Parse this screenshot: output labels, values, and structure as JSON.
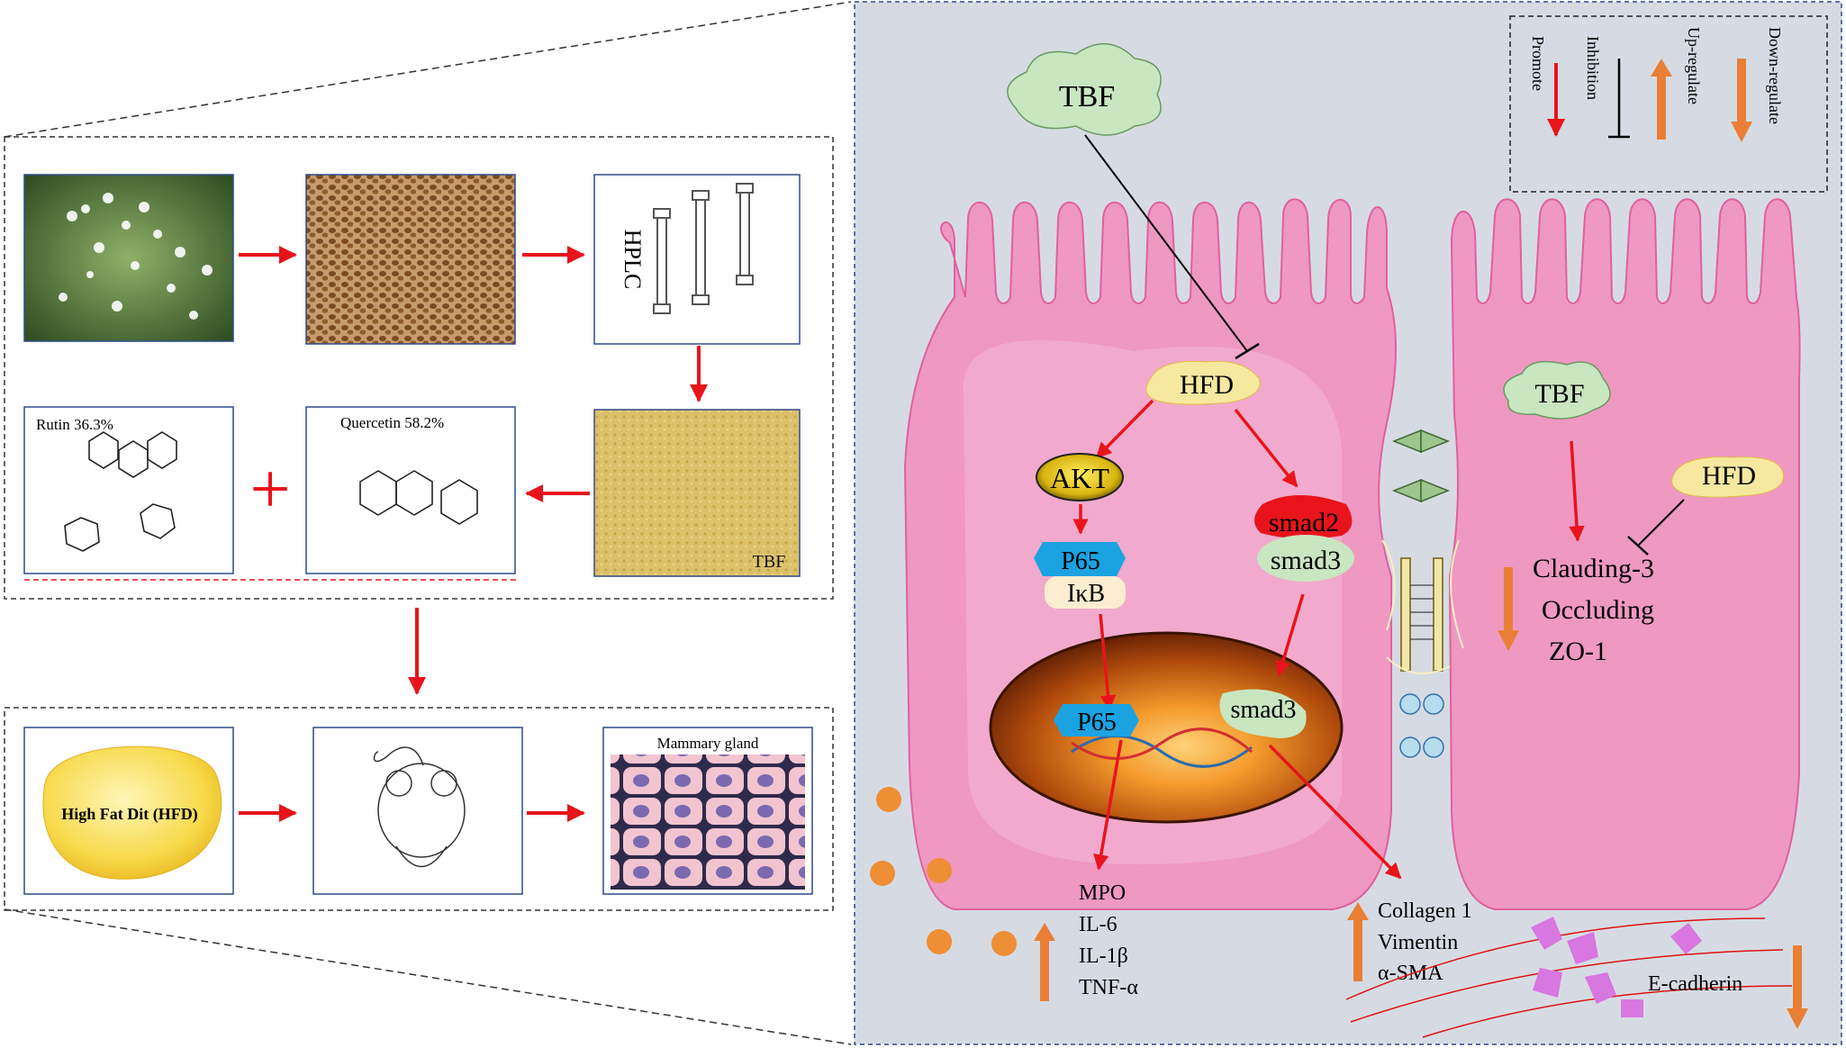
{
  "left_panel": {
    "hplc_label": "HPLC",
    "tbf_powder_label": "TBF",
    "rutin_label": "Rutin 36.3%",
    "quercetin_label": "Quercetin 58.2%",
    "hfd_label": "High Fat Dit (HFD)",
    "mammary_label": "Mammary gland",
    "plus_sign": "+"
  },
  "legend": {
    "items": [
      {
        "label": "Promote",
        "color": "#e8141b"
      },
      {
        "label": "Inhibition",
        "color": "#000000"
      },
      {
        "label": "Up-regulate",
        "color": "#e97f36"
      },
      {
        "label": "Down-regulate",
        "color": "#e97f36"
      }
    ]
  },
  "pathway": {
    "tbf_cloud_main": "TBF",
    "hfd_main": "HFD",
    "akt": "AKT",
    "p65": "P65",
    "ikb": "IκB",
    "smad2": "smad2",
    "smad3": "smad3",
    "p65_nucleus": "P65",
    "smad3_nucleus": "smad3",
    "inflammatory": [
      "MPO",
      "IL-6",
      "IL-1β",
      "TNF-α"
    ],
    "fibrosis": [
      "Collagen 1",
      "Vimentin",
      "α-SMA"
    ],
    "e_cadherin": "E-cadherin"
  },
  "right_cell": {
    "tbf_cloud": "TBF",
    "hfd": "HFD",
    "junctions": [
      "Clauding-3",
      "Occluding",
      "ZO-1"
    ]
  },
  "colors": {
    "panel_bg": "#d6dbe3",
    "cell_fill": "#ef98c2",
    "promote_arrow": "#e8141b",
    "regulate_arrow": "#e97f36",
    "p65_box": "#1aa3e0",
    "smad2": "#e8141b",
    "cloud": "#c8e6c0"
  }
}
